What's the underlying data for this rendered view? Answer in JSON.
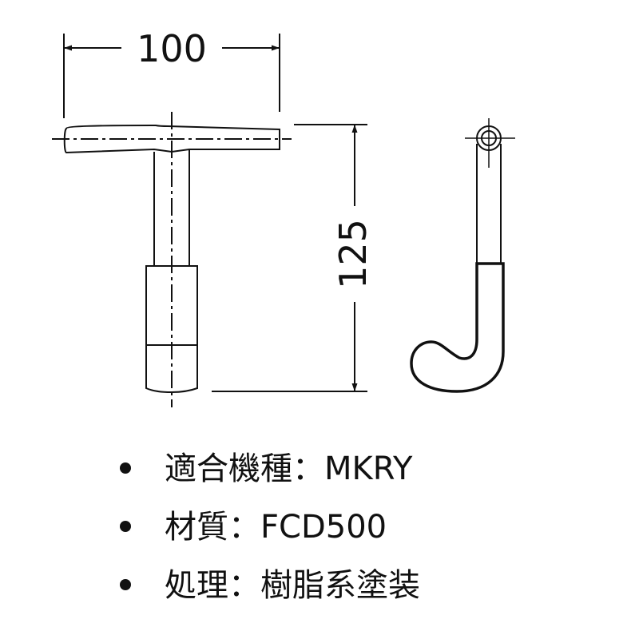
{
  "dimensions": {
    "width_label": "100",
    "height_label": "125"
  },
  "specs": [
    {
      "label": "適合機種",
      "separator": "：",
      "value": "MKRY"
    },
    {
      "label": "材質",
      "separator": "：",
      "value": "FCD500"
    },
    {
      "label": "処理",
      "separator": "：",
      "value": "樹脂系塗装"
    }
  ],
  "colors": {
    "line": "#111111",
    "background": "#ffffff"
  }
}
